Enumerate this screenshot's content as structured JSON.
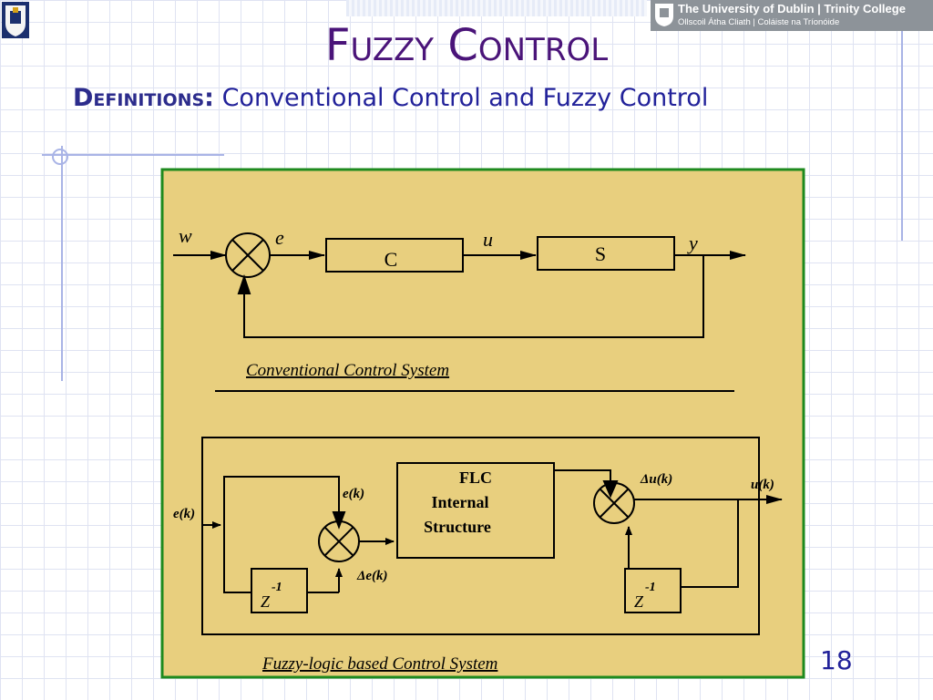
{
  "slide": {
    "title": "Fuzzy Control",
    "subtitle_lead": "Definitions:",
    "subtitle_rest": " Conventional Control and Fuzzy Control",
    "slide_number": "18"
  },
  "banner": {
    "university": "The University of Dublin | Trinity College",
    "irish_name": "Ollscoil Átha Cliath | Coláiste na Tríonóide"
  },
  "conventional": {
    "w": "w",
    "e": "e",
    "u": "u",
    "y": "y",
    "controller": "C",
    "system": "S",
    "caption": "Conventional Control System"
  },
  "fuzzy": {
    "input": "e(k)",
    "ek": "e(k)",
    "delta_e": "Δe(k)",
    "flc_line1": "FLC",
    "flc_line2": "Internal",
    "flc_line3": "Structure",
    "delta_u": "Δu(k)",
    "output": "u(k)",
    "delay_base": "Z",
    "delay_exp": "-1",
    "caption": "Fuzzy-logic based Control System"
  },
  "colors": {
    "panel_fill": "#e8cf7e",
    "panel_border": "#1e8a1e",
    "title": "#4a1479",
    "subtitle": "#22229a",
    "accent_lines": "#a9b4e6"
  }
}
